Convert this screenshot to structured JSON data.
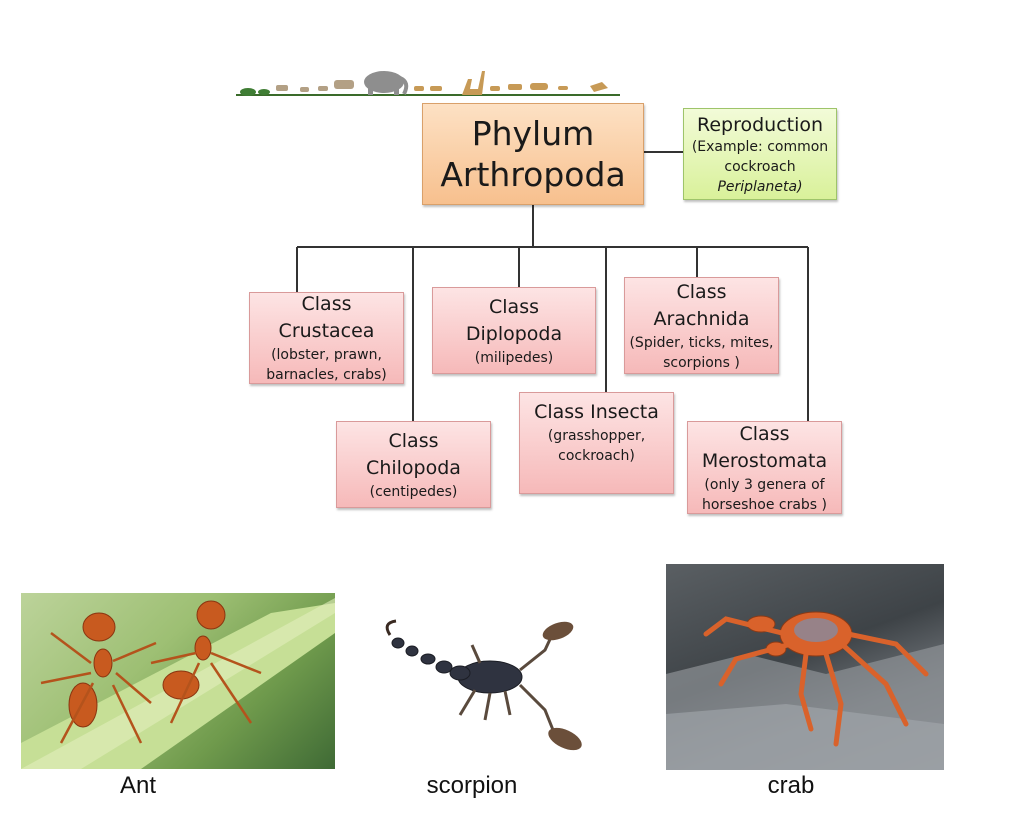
{
  "diagram": {
    "root": {
      "line1": "Phylum",
      "line2": "Arthropoda"
    },
    "reproduction": {
      "title": "Reproduction",
      "line1": "(Example: common",
      "line2": "cockroach",
      "line3": "Periplaneta)"
    },
    "classes": {
      "crustacea": {
        "title1": "Class",
        "title2": "Crustacea",
        "sub1": "(lobster, prawn,",
        "sub2": "barnacles, crabs)"
      },
      "diplopoda": {
        "title1": "Class",
        "title2": "Diplopoda",
        "sub1": "(milipedes)"
      },
      "arachnida": {
        "title1": "Class",
        "title2": "Arachnida",
        "sub1": "(Spider, ticks, mites,",
        "sub2": "scorpions )"
      },
      "chilopoda": {
        "title1": "Class",
        "title2": "Chilopoda",
        "sub1": "(centipedes)"
      },
      "insecta": {
        "title1": "Class Insecta",
        "sub1": "(grasshopper,",
        "sub2": "cockroach)"
      },
      "merostomata": {
        "title1": "Class",
        "title2": "Merostomata",
        "sub1": "(only 3 genera of",
        "sub2": "horseshoe crabs )"
      }
    }
  },
  "photos": [
    {
      "caption": "Ant",
      "icon": "ant-photo"
    },
    {
      "caption": "scorpion",
      "icon": "scorpion-photo"
    },
    {
      "caption": "crab",
      "icon": "crab-photo"
    }
  ],
  "colors": {
    "root_fill": "#f7c08e",
    "reproduction_fill": "#d9f19a",
    "class_fill": "#f6b9b9",
    "connector": "#333333"
  }
}
